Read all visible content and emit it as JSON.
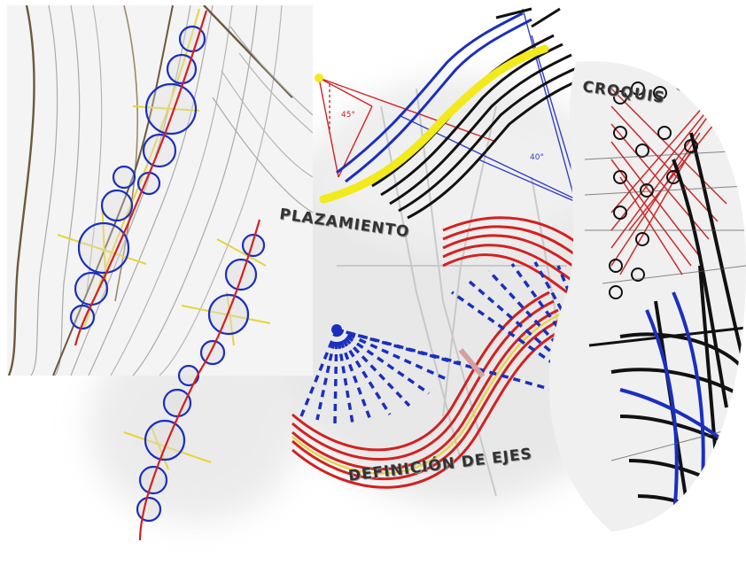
{
  "labels": {
    "croquis": "CROQUIS",
    "emplazamiento": "PLAZAMIENTO",
    "definicion_ejes": "DEFINICIÓN DE EJES"
  },
  "colors": {
    "contour": "#6b5a3a",
    "alignment": "#d42020",
    "circle": "#1a2fbf",
    "axis": "#e6d43a",
    "highlight": "#f2ea1a",
    "dark_lines": "#111111",
    "red_hatch": "#cc2a2a"
  }
}
